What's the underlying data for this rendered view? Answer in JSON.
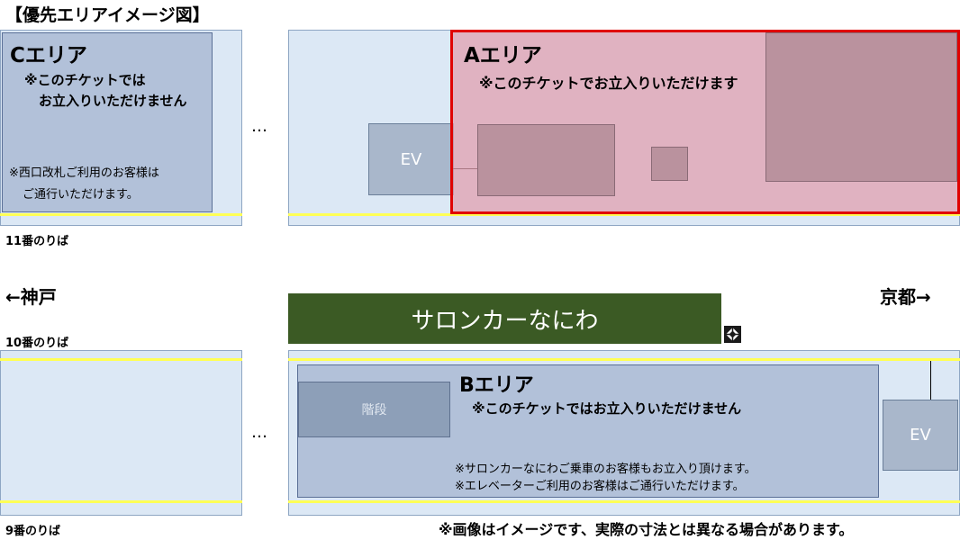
{
  "title": "【優先エリアイメージ図】",
  "direction": {
    "left": "←神戸",
    "right": "京都→"
  },
  "platforms": {
    "p11": "11番のりば",
    "p10": "10番のりば",
    "p9": "9番のりば"
  },
  "ellipsis": "…",
  "area_c": {
    "name": "Cエリア",
    "notice_line1": "※このチケットでは",
    "notice_line2": "お立入りいただけません",
    "note_line1": "※西口改札ご利用のお客様は",
    "note_line2": "ご通行いただけます。"
  },
  "area_a": {
    "name": "Aエリア",
    "notice": "※このチケットでお立入りいただけます"
  },
  "area_b": {
    "name": "Bエリア",
    "notice": "※このチケットではお立入りいただけません",
    "note_line1": "※サロンカーなにわご乗車のお客様もお立入り頂けます。",
    "note_line2": "※エレベーターご利用のお客様はご通行いただけます。"
  },
  "ev_label": "EV",
  "stairs_label": "階段",
  "salon_car": "サロンカーなにわ",
  "marker_icon": "diamond-marker-icon",
  "disclaimer": "※画像はイメージです、実際の寸法とは異なる場合があります。",
  "colors": {
    "area_a_border": "#e00000",
    "salon_car": "#3b5a24",
    "platform_edge": "#ffff55"
  }
}
